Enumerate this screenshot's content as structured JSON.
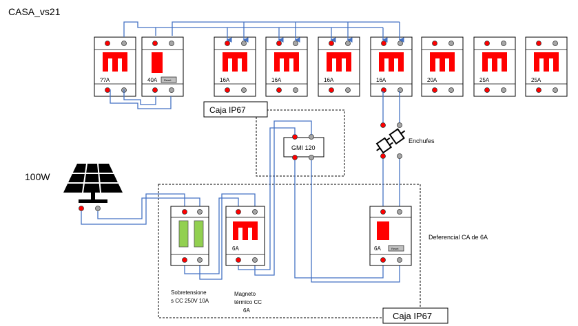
{
  "title": "CASA_vs21",
  "breakers": [
    {
      "rating": "??A",
      "type": "double"
    },
    {
      "rating": "40A",
      "type": "diff"
    },
    {
      "rating": "16A",
      "type": "double"
    },
    {
      "rating": "16A",
      "type": "double"
    },
    {
      "rating": "16A",
      "type": "double"
    },
    {
      "rating": "16A",
      "type": "double"
    },
    {
      "rating": "20A",
      "type": "double"
    },
    {
      "rating": "25A",
      "type": "double"
    },
    {
      "rating": "25A",
      "type": "double"
    }
  ],
  "reset_label": "Reset",
  "box_top_label": "Caja IP67",
  "box_bottom_label": "Caja IP67",
  "gmi_label": "GMI 120",
  "plugs_label": "Enchufes",
  "panel_label": "100W",
  "diff_ca_label": "Deferencial CA de 6A",
  "surge_label_lines": [
    "Sobretensione",
    "s CC 250V 10A"
  ],
  "mag_label_lines": [
    "Magneto",
    "térmico  CC",
    "6A"
  ],
  "mag_rating": "6A",
  "diff_rating": "6A",
  "colors": {
    "red": "#ff0000",
    "wire": "#4472c4",
    "green": "#92d050",
    "grey": "#a6a6a6"
  }
}
